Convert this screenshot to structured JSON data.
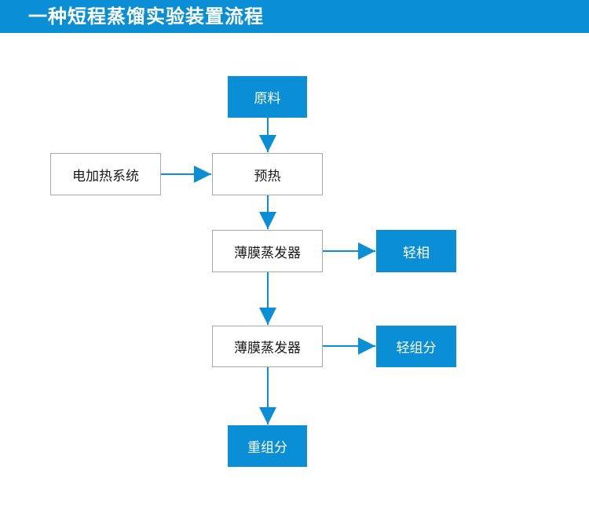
{
  "header": {
    "title": "一种短程蒸馏实验装置流程"
  },
  "colors": {
    "accent": "#0a8ed6",
    "box_border": "#a9a9a9",
    "text_dark": "#1a1a1a"
  },
  "nodes": {
    "raw_material": "原料",
    "preheat": "预热",
    "electric_heating": "电加热系统",
    "evaporator_1": "薄膜蒸发器",
    "evaporator_2": "薄膜蒸发器",
    "light_phase": "轻相",
    "light_component": "轻组分",
    "heavy_component": "重组分"
  }
}
